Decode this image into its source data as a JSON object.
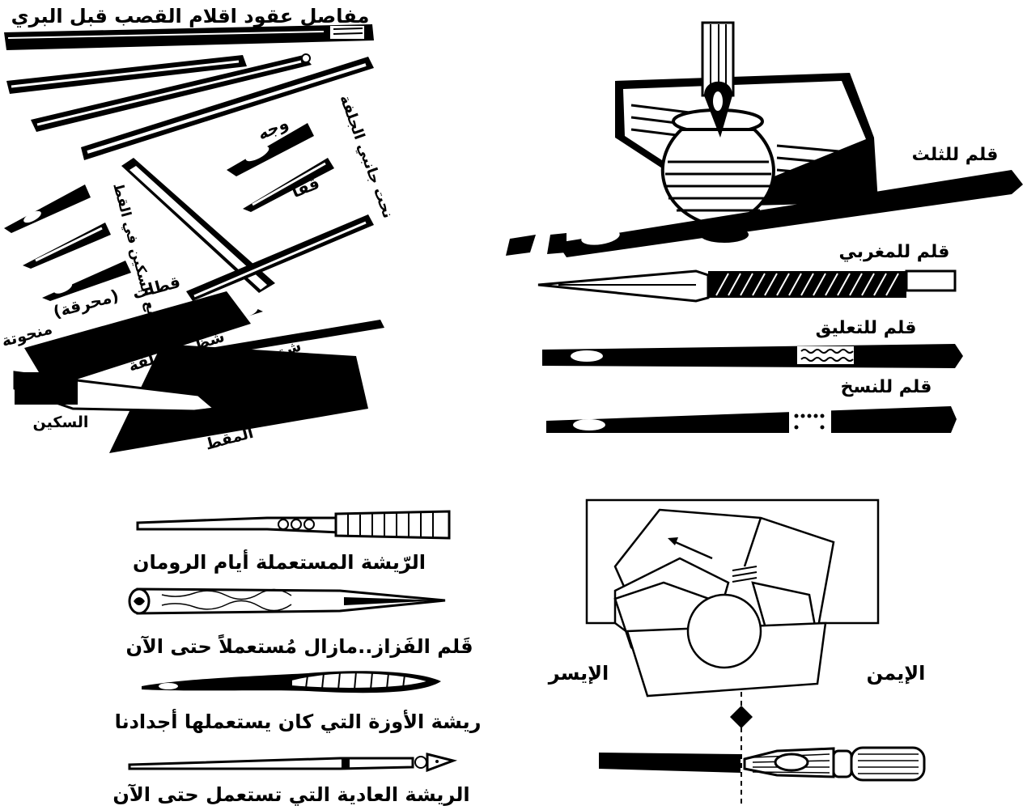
{
  "colors": {
    "ink": "#000000",
    "paper": "#ffffff"
  },
  "reed_panel": {
    "title": "مفاصل عقود اقلام القصب قبل البري",
    "face": "وجه",
    "back": "قفا",
    "knife_position": "وضع السكين في القط",
    "nib_cuts": "قطات",
    "burnt": "(محرقة)",
    "curved": "منحوتة",
    "side_trim": "نحت جانبي الجلفة",
    "jalfa_sliver": "شظية الجلفة",
    "pen_slit": "شق القلم",
    "knife": "السكين",
    "cutting_block": "المقط"
  },
  "pens_panel": {
    "thuluth": "قلم للثلث",
    "maghribi": "قلم للمغربي",
    "taaliq": "قلم للتعليق",
    "naskh": "قلم للنسخ"
  },
  "quills_panel": {
    "roman": "الرّيشة المستعملة أيام الرومان",
    "fazzaz": "قَلم الفَزاز..مازال مُستعملاً حتى الآن",
    "goose": "ريشة الأوزة التي كان يستعملها أجدادنا",
    "ordinary": "الريشة العادية التي تستعمل حتى الآن"
  },
  "angle_panel": {
    "left": "الإيسر",
    "right": "الإيمن"
  }
}
